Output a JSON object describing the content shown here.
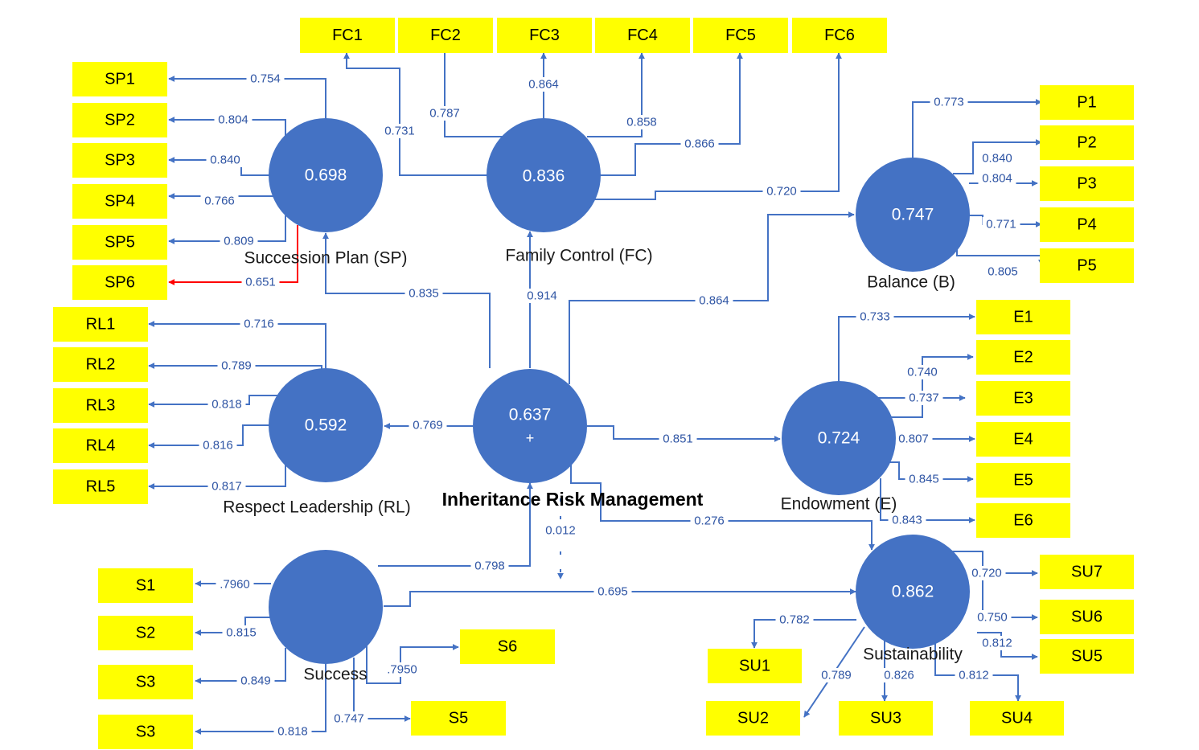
{
  "constructs": {
    "irm": {
      "name": "Inheritance Risk Management",
      "value": "0.637",
      "sub": "+"
    },
    "sp": {
      "name": "Succession Plan (SP)",
      "value": "0.698"
    },
    "fc": {
      "name": "Family Control (FC)",
      "value": "0.836"
    },
    "b": {
      "name": "Balance (B)",
      "value": "0.747"
    },
    "rl": {
      "name": "Respect Leadership (RL)",
      "value": "0.592"
    },
    "e": {
      "name": "Endowment (E)",
      "value": "0.724"
    },
    "su": {
      "name": "Sustainability",
      "value": "0.862"
    },
    "s": {
      "name": "Success",
      "value": ""
    }
  },
  "indicators": {
    "FC1": "FC1",
    "FC2": "FC2",
    "FC3": "FC3",
    "FC4": "FC4",
    "FC5": "FC5",
    "FC6": "FC6",
    "SP1": "SP1",
    "SP2": "SP2",
    "SP3": "SP3",
    "SP4": "SP4",
    "SP5": "SP5",
    "SP6": "SP6",
    "P1": "P1",
    "P2": "P2",
    "P3": "P3",
    "P4": "P4",
    "P5": "P5",
    "RL1": "RL1",
    "RL2": "RL2",
    "RL3": "RL3",
    "RL4": "RL4",
    "RL5": "RL5",
    "E1": "E1",
    "E2": "E2",
    "E3": "E3",
    "E4": "E4",
    "E5": "E5",
    "E6": "E6",
    "S1": "S1",
    "S2": "S2",
    "S3a": "S3",
    "S3b": "S3",
    "S5": "S5",
    "S6": "S6",
    "SU1": "SU1",
    "SU2": "SU2",
    "SU3": "SU3",
    "SU4": "SU4",
    "SU5": "SU5",
    "SU6": "SU6",
    "SU7": "SU7"
  },
  "loadings": {
    "sp1": "0.754",
    "sp2": "0.804",
    "sp3": "0.840",
    "sp4": "0.766",
    "sp5": "0.809",
    "sp6": "0.651",
    "fc1": "0.731",
    "fc2": "0.787",
    "fc3": "0.864",
    "fc4": "0.858",
    "fc5": "0.866",
    "fc6": "0.720",
    "p1": "0.773",
    "p2": "0.840",
    "p3": "0.804",
    "p4": "0.771",
    "p5": "0.805",
    "rl1": "0.716",
    "rl2": "0.789",
    "rl3": "0.818",
    "rl4": "0.816",
    "rl5": "0.817",
    "e1": "0.733",
    "e2": "0.740",
    "e3": "0.737",
    "e4": "0.807",
    "e5": "0.845",
    "e6": "0.843",
    "s1": ".7960",
    "s2": "0.815",
    "s3a": "0.849",
    "s3b": "0.818",
    "s5": "0.747",
    "s6": ".7950",
    "su1": "0.782",
    "su2": "0.789",
    "su3": "0.826",
    "su4": "0.812",
    "su5": "0.812",
    "su6": "0.750",
    "su7": "0.720"
  },
  "paths": {
    "irm_sp": "0.835",
    "irm_fc": "0.914",
    "irm_b": "0.864",
    "irm_rl": "0.769",
    "irm_e": "0.851",
    "irm_su": "0.276",
    "s_irm": "0.798",
    "s_su": "0.695",
    "mod": "0.012"
  },
  "colors": {
    "construct": "#4472c4",
    "indicator": "#ffff00",
    "connector": "#4472c4",
    "flagged_connector": "#ff0000"
  }
}
